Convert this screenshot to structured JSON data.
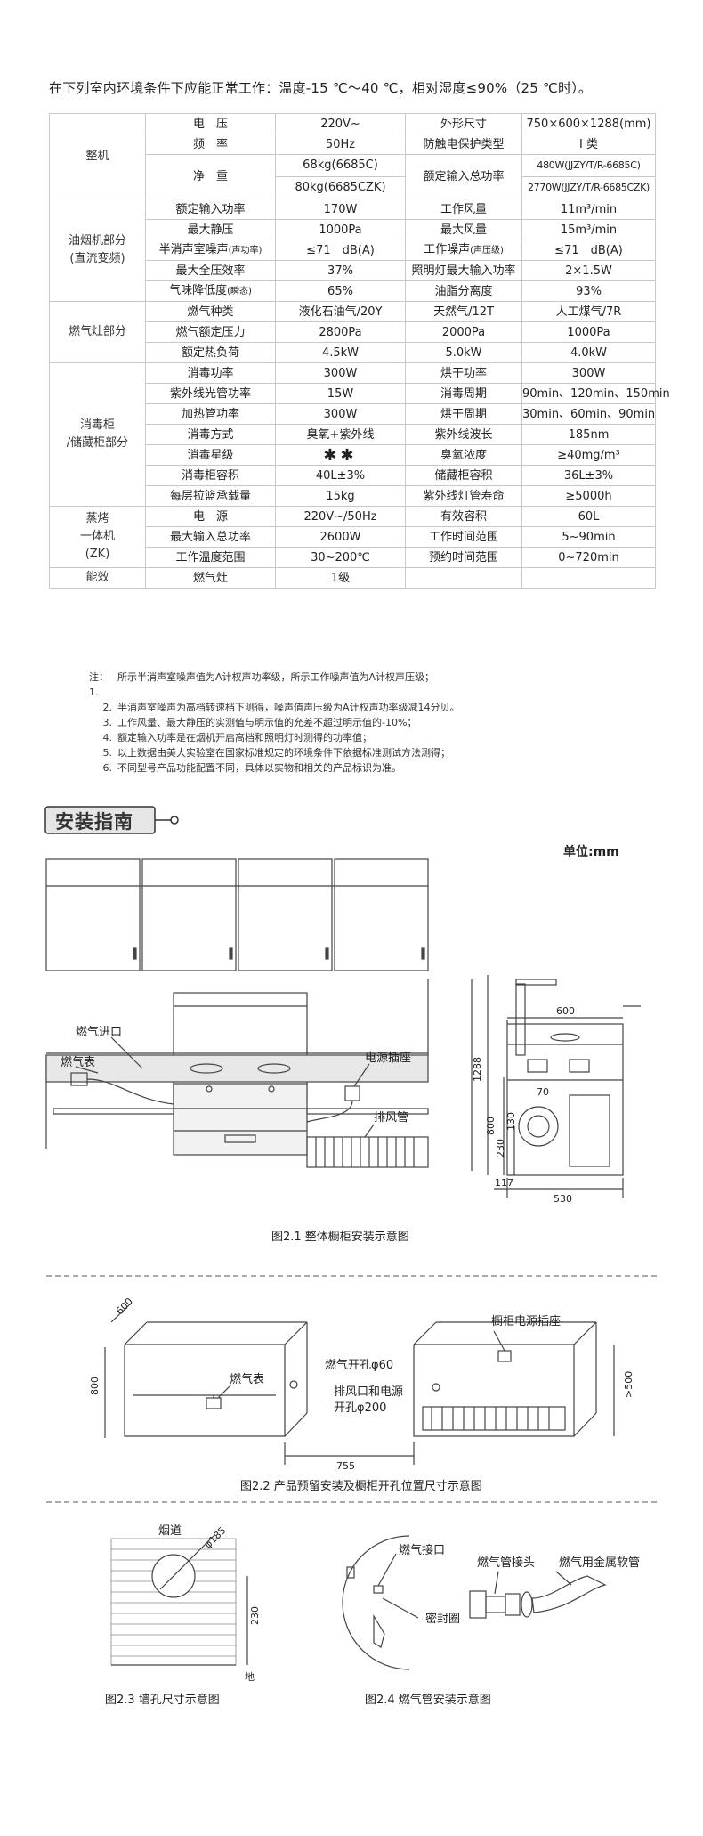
{
  "intro": "在下列室内环境条件下应能正常工作：温度-15 ℃～40 ℃，相对湿度≤90%（25 ℃时）。",
  "spec": {
    "machine": {
      "section": "整机",
      "voltage_label": "电　压",
      "voltage": "220V~",
      "size_label": "外形尺寸",
      "size": "750×600×1288(mm)",
      "freq_label": "频　率",
      "freq": "50Hz",
      "shock_label": "防触电保护类型",
      "shock": "I 类",
      "weight_label": "净　重",
      "weight_1": "68kg(6685C)",
      "weight_2": "80kg(6685CZK)",
      "power_label": "额定输入总功率",
      "power_1": "480W(JJZY/T/R-6685C)",
      "power_2": "2770W(JJZY/T/R-6685CZK)"
    },
    "hood": {
      "section_1": "油烟机部分",
      "section_2": "(直流变频)",
      "r1_l": "额定输入功率",
      "r1_v": "170W",
      "r1_l2": "工作风量",
      "r1_v2": "11m³/min",
      "r2_l": "最大静压",
      "r2_v": "1000Pa",
      "r2_l2": "最大风量",
      "r2_v2": "15m³/min",
      "r3_l": "半消声室噪声",
      "r3_ls": "(声功率)",
      "r3_v": "≤71　dB(A)",
      "r3_l2": "工作噪声",
      "r3_l2s": "(声压级)",
      "r3_v2": "≤71　dB(A)",
      "r4_l": "最大全压效率",
      "r4_v": "37%",
      "r4_l2": "照明灯最大输入功率",
      "r4_v2": "2×1.5W",
      "r5_l": "气味降低度",
      "r5_ls": "(瞬态)",
      "r5_v": "65%",
      "r5_l2": "油脂分离度",
      "r5_v2": "93%"
    },
    "stove": {
      "section": "燃气灶部分",
      "type_label": "燃气种类",
      "type_1": "液化石油气/20Y",
      "type_2": "天然气/12T",
      "type_3": "人工煤气/7R",
      "pressure_label": "燃气额定压力",
      "pressure_1": "2800Pa",
      "pressure_2": "2000Pa",
      "pressure_3": "1000Pa",
      "heat_label": "额定热负荷",
      "heat_1": "4.5kW",
      "heat_2": "5.0kW",
      "heat_3": "4.0kW"
    },
    "cabinet": {
      "section_1": "消毒柜",
      "section_2": "/储藏柜部分",
      "r1_l": "消毒功率",
      "r1_v": "300W",
      "r1_l2": "烘干功率",
      "r1_v2": "300W",
      "r2_l": "紫外线光管功率",
      "r2_v": "15W",
      "r2_l2": "消毒周期",
      "r2_v2": "90min、120min、150min",
      "r3_l": "加热管功率",
      "r3_v": "300W",
      "r3_l2": "烘干周期",
      "r3_v2": "30min、60min、90min",
      "r4_l": "消毒方式",
      "r4_v": "臭氧+紫外线",
      "r4_l2": "紫外线波长",
      "r4_v2": "185nm",
      "r5_l": "消毒星级",
      "r5_v": "✱✱",
      "r5_l2": "臭氧浓度",
      "r5_v2": "≥40mg/m³",
      "r6_l": "消毒柜容积",
      "r6_v": "40L±3%",
      "r6_l2": "储藏柜容积",
      "r6_v2": "36L±3%",
      "r7_l": "每层拉篮承载量",
      "r7_v": "15kg",
      "r7_l2": "紫外线灯管寿命",
      "r7_v2": "≥5000h"
    },
    "steam": {
      "section_1": "蒸烤",
      "section_2": "一体机",
      "section_3": "(ZK)",
      "r1_l": "电　源",
      "r1_v": "220V~/50Hz",
      "r1_l2": "有效容积",
      "r1_v2": "60L",
      "r2_l": "最大输入总功率",
      "r2_v": "2600W",
      "r2_l2": "工作时间范围",
      "r2_v2": "5~90min",
      "r3_l": "工作温度范围",
      "r3_v": "30~200℃",
      "r3_l2": "预约时间范围",
      "r3_v2": "0~720min"
    },
    "energy": {
      "section": "能效",
      "label": "燃气灶",
      "value": "1级"
    }
  },
  "notes": [
    {
      "k": "注：1.",
      "t": "所示半消声室噪声值为A计权声功率级，所示工作噪声值为A计权声压级；"
    },
    {
      "k": "2.",
      "t": "半消声室噪声为高档转速档下测得，噪声值声压级为A计权声功率级减14分贝。"
    },
    {
      "k": "3.",
      "t": "工作风量、最大静压的实测值与明示值的允差不超过明示值的-10%；"
    },
    {
      "k": "4.",
      "t": "额定输入功率是在烟机开启高档和照明灯时测得的功率值；"
    },
    {
      "k": "5.",
      "t": "以上数据由美大实验室在国家标准规定的环境条件下依据标准测试方法测得；"
    },
    {
      "k": "6.",
      "t": "不同型号产品功能配置不同，具体以实物和相关的产品标识为准。"
    }
  ],
  "guide": {
    "title": "安装指南",
    "unit": "单位:mm"
  },
  "fig1": {
    "gas_inlet": "燃气进口",
    "gas_meter": "燃气表",
    "power_socket": "电源插座",
    "exhaust_pipe": "排风管",
    "dim_600": "600",
    "dim_1288": "1288",
    "dim_800": "800",
    "dim_70": "70",
    "dim_130": "130",
    "dim_230": "230",
    "dim_117": "117",
    "dim_530": "530",
    "caption": "图2.1  整体橱柜安装示意图"
  },
  "fig2": {
    "dim_600": "600",
    "dim_800": "800",
    "gas_meter": "燃气表",
    "gas_hole": "燃气开孔φ60",
    "exhaust_hole_1": "排风口和电源",
    "exhaust_hole_2": "开孔φ200",
    "cabinet_socket": "橱柜电源插座",
    "dim_755": "755",
    "dim_500": ">500",
    "caption": "图2.2  产品预留安装及橱柜开孔位置尺寸示意图"
  },
  "fig3": {
    "flue": "烟道",
    "dim_185": "φ185",
    "dim_230": "230",
    "ground": "地",
    "caption": "图2.3 墙孔尺寸示意图"
  },
  "fig4": {
    "gas_port": "燃气接口",
    "seal": "密封圈",
    "pipe_joint": "燃气管接头",
    "hose": "燃气用金属软管",
    "caption": "图2.4 燃气管安装示意图"
  }
}
